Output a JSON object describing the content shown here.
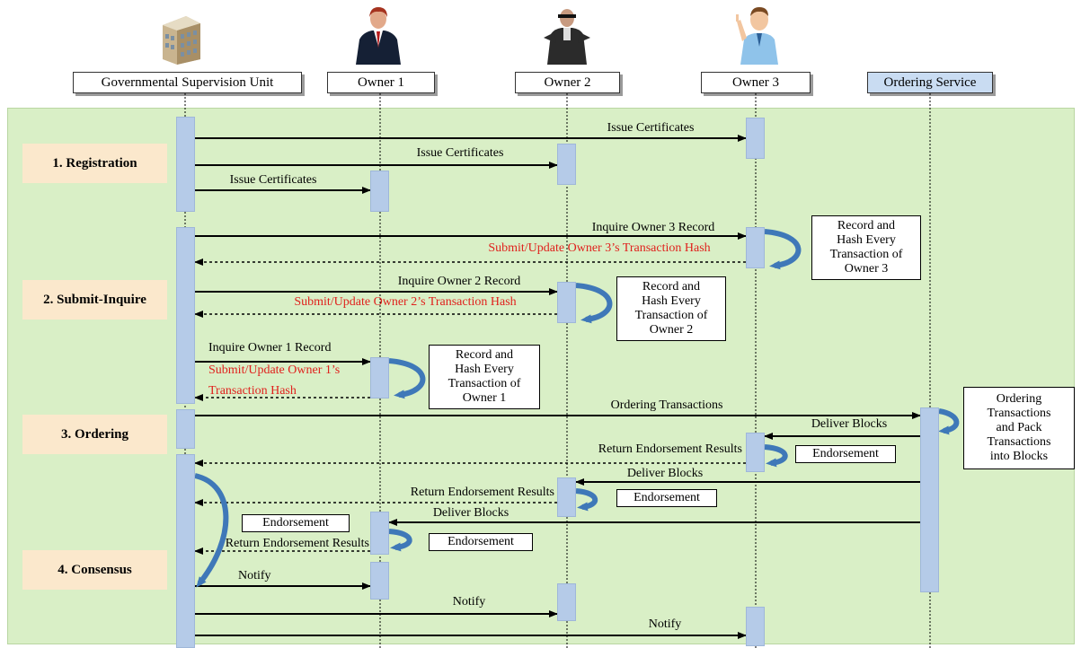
{
  "actors": {
    "gov": "Governmental Supervision Unit",
    "owner1": "Owner 1",
    "owner2": "Owner 2",
    "owner3": "Owner 3",
    "ordering": "Ordering Service"
  },
  "icons": {
    "gov": "building-icon",
    "owner1": "businessman-icon",
    "owner2": "agent-icon",
    "owner3": "presenter-icon"
  },
  "phases": {
    "registration": "1. Registration",
    "submit_inquire": "2. Submit-Inquire",
    "ordering": "3. Ordering",
    "consensus": "4. Consensus"
  },
  "messages": {
    "issue_certificates": "Issue Certificates",
    "inquire_owner3": "Inquire Owner 3 Record",
    "submit_owner3": "Submit/Update Owner 3’s Transaction Hash",
    "inquire_owner2": "Inquire Owner 2 Record",
    "submit_owner2": "Submit/Update Owner 2’s Transaction Hash",
    "inquire_owner1": "Inquire Owner 1 Record",
    "submit_owner1_line1": "Submit/Update Owner 1’s",
    "submit_owner1_line2": "Transaction Hash",
    "ordering_transactions": "Ordering Transactions",
    "deliver_blocks": "Deliver Blocks",
    "return_endorsement": "Return Endorsement Results",
    "notify": "Notify"
  },
  "notes": {
    "owner3": [
      "Record and",
      "Hash Every",
      "Transaction of",
      "Owner 3"
    ],
    "owner2": [
      "Record and",
      "Hash Every",
      "Transaction of",
      "Owner 2"
    ],
    "owner1": [
      "Record and",
      "Hash Every",
      "Transaction of",
      "Owner 1"
    ],
    "ordering": [
      "Ordering",
      "Transactions",
      "and Pack",
      "Transactions",
      "into Blocks"
    ],
    "endorsement": "Endorsement"
  },
  "colors": {
    "panel": "#d9efc6",
    "phase": "#fbe8cc",
    "activation": "#b5cbe8",
    "self_arrow": "#3f78b8",
    "red_text": "#e0211d",
    "ordering_header": "#c9dcf2"
  }
}
